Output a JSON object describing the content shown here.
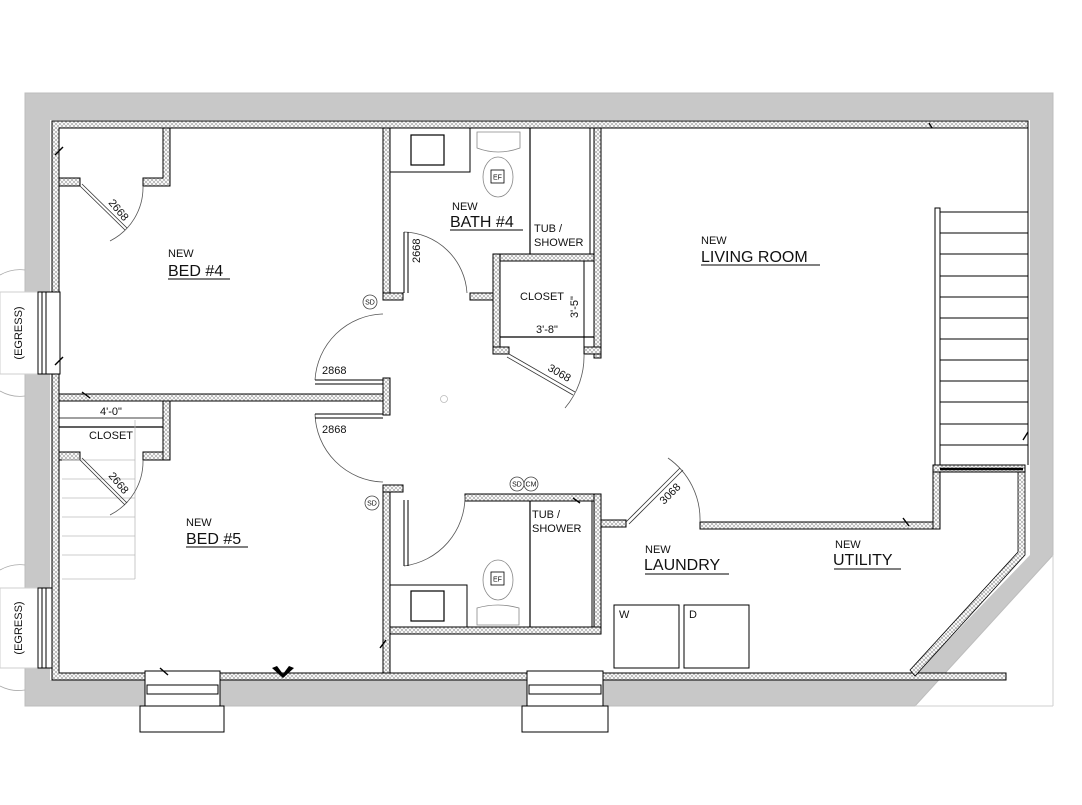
{
  "plan": {
    "colors": {
      "foundation": "#c8c8c8",
      "wall_line": "#000000",
      "hatch": "#9a9a9a",
      "swing": "#555555",
      "fixture": "#888888",
      "background": "#ffffff"
    },
    "rooms": {
      "bed4": {
        "prefix": "NEW",
        "name": "BED #4"
      },
      "bed5": {
        "prefix": "NEW",
        "name": "BED #5"
      },
      "bath4_top": {
        "prefix": "NEW",
        "name": "BATH #4"
      },
      "living": {
        "prefix": "NEW",
        "name": "LIVING ROOM"
      },
      "laundry": {
        "prefix": "NEW",
        "name": "LAUNDRY"
      },
      "utility": {
        "prefix": "NEW",
        "name": "UTILITY"
      }
    },
    "labels": {
      "tub_top_1": "TUB /",
      "tub_top_2": "SHOWER",
      "tub_bot_1": "TUB /",
      "tub_bot_2": "SHOWER",
      "closet_bath": "CLOSET",
      "closet_bed5": "CLOSET",
      "egress_top": "(EGRESS)",
      "egress_bottom": "(EGRESS)",
      "washer": "W",
      "dryer": "D"
    },
    "dimensions": {
      "closet_width": "3'-8\"",
      "closet_depth": "3'-5\"",
      "closet_bed5_width": "4'-0\""
    },
    "doors": {
      "bed4_closet": "2668",
      "bed4_entry": "2868",
      "bed5_entry": "2868",
      "bed5_closet": "2668",
      "bath_top": "2668",
      "hall_closet": "3068",
      "laundry": "3068"
    },
    "devices": {
      "sd1": "SD",
      "sd2": "SD",
      "sd_cm_1": "SD",
      "sd_cm_2": "CM",
      "ef_top": "EF",
      "ef_bottom": "EF"
    }
  }
}
